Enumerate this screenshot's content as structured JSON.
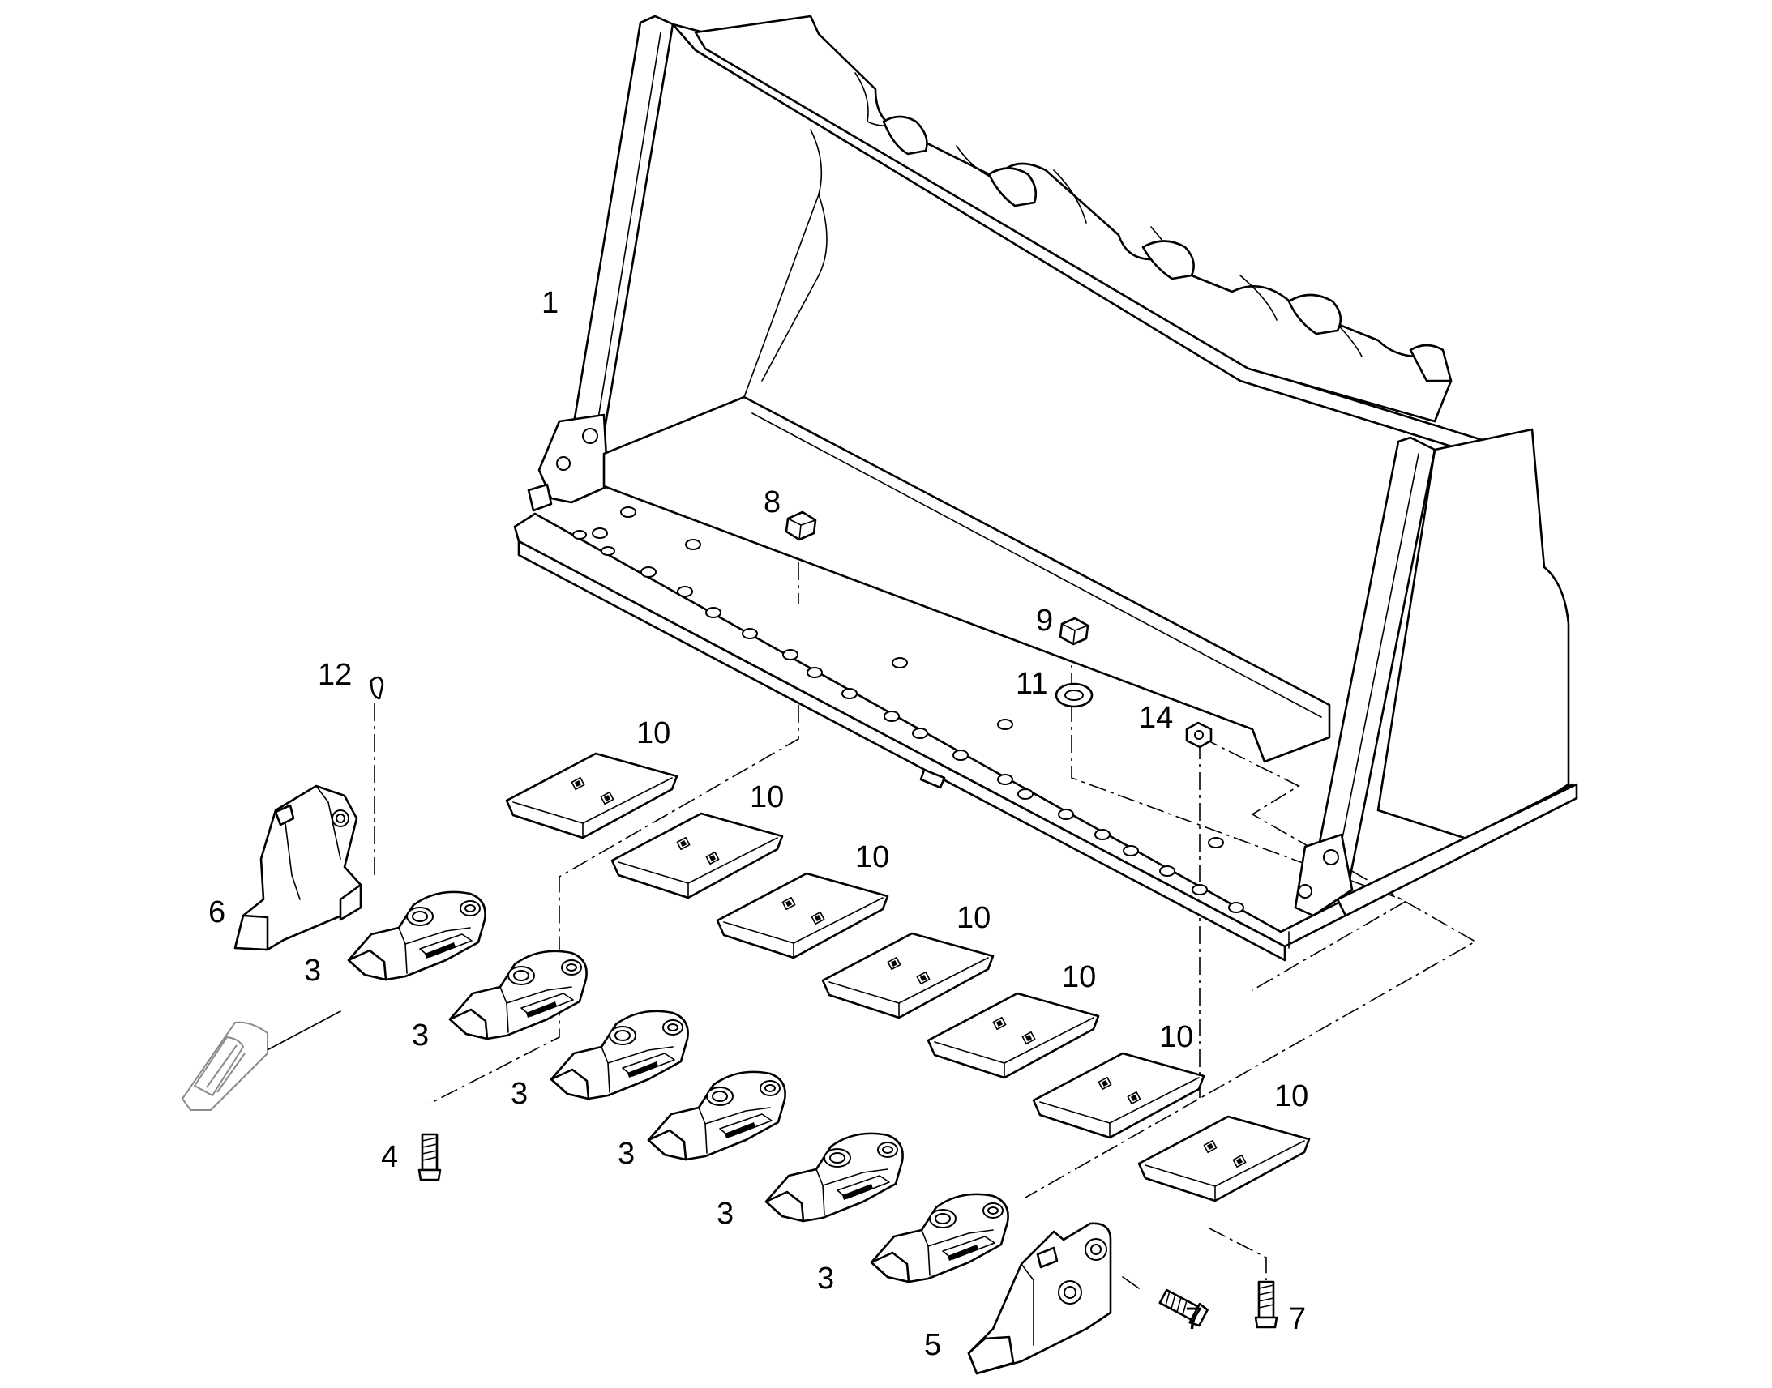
{
  "callouts": {
    "c1": "1",
    "c3a": "3",
    "c3b": "3",
    "c3c": "3",
    "c3d": "3",
    "c3e": "3",
    "c3f": "3",
    "c4": "4",
    "c5": "5",
    "c6": "6",
    "c7a": "7",
    "c7b": "7",
    "c8": "8",
    "c9": "9",
    "c10a": "10",
    "c10b": "10",
    "c10c": "10",
    "c10d": "10",
    "c10e": "10",
    "c10f": "10",
    "c10g": "10",
    "c11": "11",
    "c12": "12",
    "c14": "14"
  }
}
